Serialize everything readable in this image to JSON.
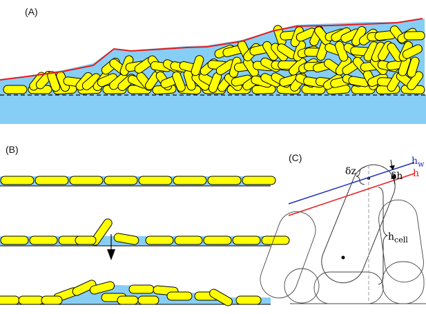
{
  "panels": {
    "a": {
      "label": "(A)"
    },
    "b": {
      "label": "(B)"
    },
    "c": {
      "label": "(C)",
      "delta_z": "δz",
      "delta_h": "δh",
      "h_w_base": "h",
      "h_w_sub": "w",
      "h_base": "h",
      "h_cell_base": "h",
      "h_cell_sub": "cell"
    }
  },
  "colors": {
    "cell_fill": "#ffff00",
    "cell_outline": "#000000",
    "fluid": "#86cef5",
    "substrate": "#86cef5",
    "envelope_line": "#e41a1c",
    "water_line": "#1f2fb8",
    "arrow": "#000000",
    "dashed": "#222222",
    "cell_c": "#444444"
  },
  "icons": {
    "push_arrow": "down-triangle-arrow",
    "brace": "curly-brace"
  }
}
